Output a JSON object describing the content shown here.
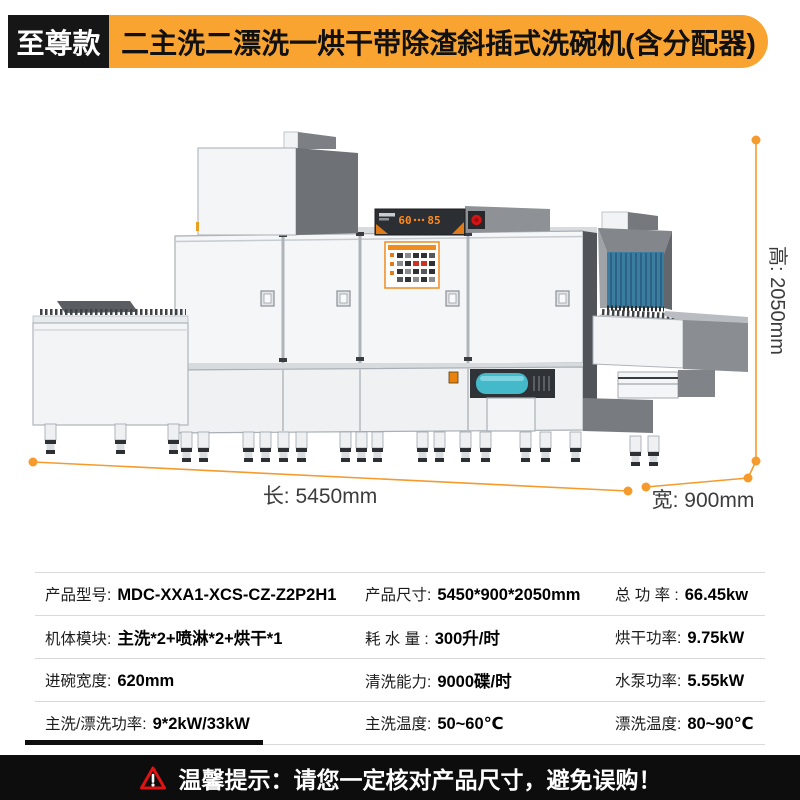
{
  "header": {
    "badge": "至尊款",
    "title": "二主洗二漂洗一烘干带除渣斜插式洗碗机(含分配器)"
  },
  "colors": {
    "accent": "#F59B2D",
    "banner_orange": "#F9A431",
    "warning_red": "#E01212",
    "curtain_blue": "#3A7DA0",
    "roller_teal": "#43B9C9",
    "led_orange": "#FF8C1A"
  },
  "diagram": {
    "length_label": "长: 5450mm",
    "width_label": "宽: 900mm",
    "height_label": "高: 2050mm",
    "led_left": "60",
    "led_right": "85"
  },
  "specs": {
    "rows": [
      [
        {
          "label": "产品型号:",
          "value": "MDC-XXA1-XCS-CZ-Z2P2H1"
        },
        {
          "label": "产品尺寸:",
          "value": "5450*900*2050mm"
        },
        {
          "label": "总 功 率 :",
          "value": "66.45kw"
        }
      ],
      [
        {
          "label": "机体模块:",
          "value": "主洗*2+喷淋*2+烘干*1"
        },
        {
          "label": "耗 水 量 :",
          "value": "300升/时"
        },
        {
          "label": "烘干功率:",
          "value": "9.75kW"
        }
      ],
      [
        {
          "label": "进碗宽度:",
          "value": "620mm"
        },
        {
          "label": "清洗能力:",
          "value": "9000碟/时"
        },
        {
          "label": "水泵功率:",
          "value": "5.55kW"
        }
      ],
      [
        {
          "label": "主洗/漂洗功率:",
          "value": "9*2kW/33kW"
        },
        {
          "label": "主洗温度:",
          "value": "50~60℃"
        },
        {
          "label": "漂洗温度:",
          "value": "80~90℃"
        }
      ]
    ]
  },
  "footer": {
    "notice": "温馨提示：请您一定核对产品尺寸，避免误购！"
  }
}
